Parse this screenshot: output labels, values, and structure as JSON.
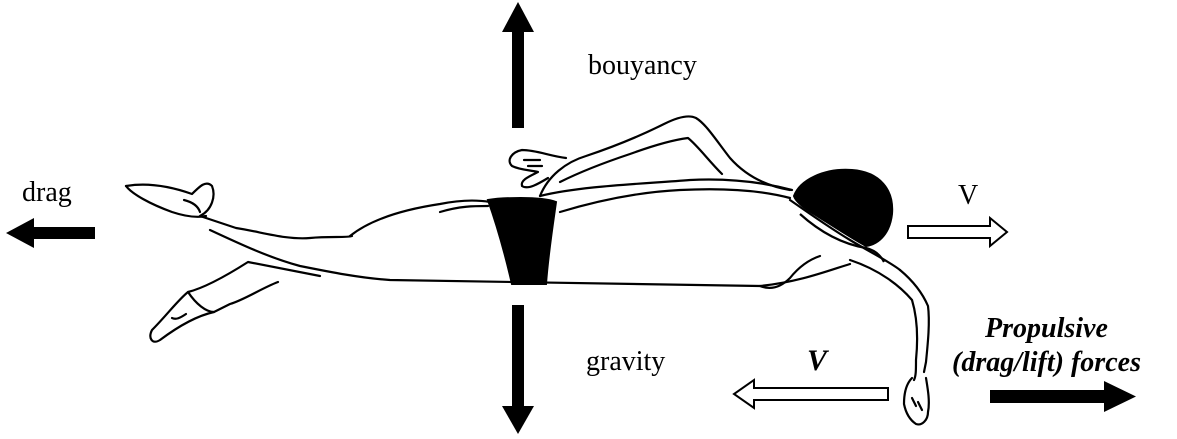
{
  "labels": {
    "bouyancy": "bouyancy",
    "drag": "drag",
    "gravity": "gravity",
    "v_top": "V",
    "v_bottom": "V",
    "propulsive_line1": "Propulsive",
    "propulsive_line2": "(drag/lift) forces"
  },
  "colors": {
    "ink": "#000000",
    "background": "#ffffff",
    "hollow_arrow_fill": "#ffffff"
  },
  "figure": {
    "subject": "swimmer-freestyle",
    "swim_cap_color": "#000000",
    "swimsuit_color": "#000000"
  }
}
